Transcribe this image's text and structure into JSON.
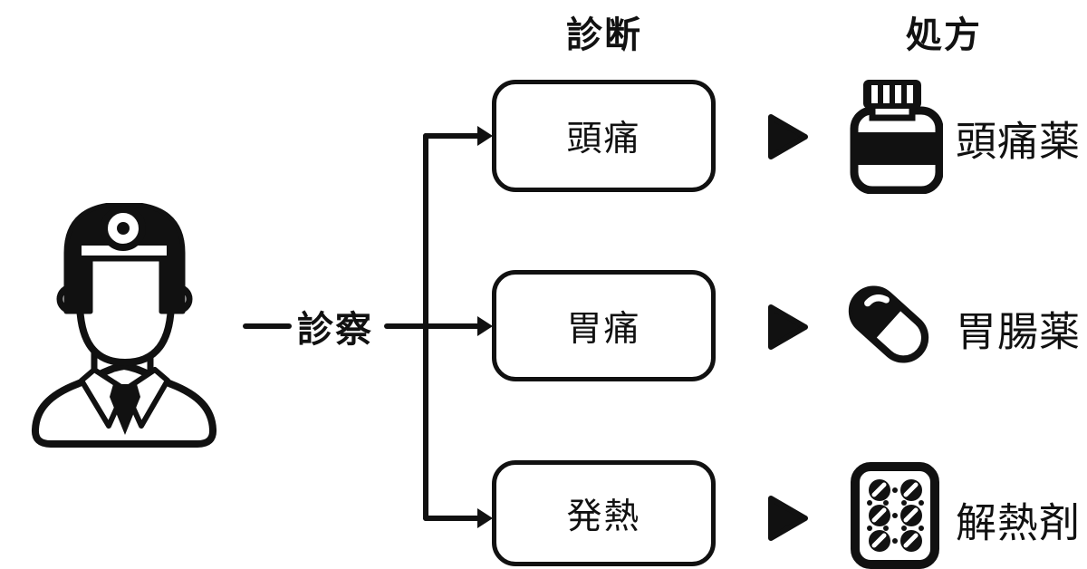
{
  "diagram": {
    "background": "#ffffff",
    "ink": "#111111",
    "headers": {
      "diagnosis": "診断",
      "prescription": "処方"
    },
    "doctor": {
      "icon": "doctor-icon",
      "action_label": "診察"
    },
    "rows": [
      {
        "diagnosis": "頭痛",
        "medicine": "頭痛薬",
        "medicine_icon": "medicine-bottle-icon"
      },
      {
        "diagnosis": "胃痛",
        "medicine": "胃腸薬",
        "medicine_icon": "capsule-icon"
      },
      {
        "diagnosis": "発熱",
        "medicine": "解熱剤",
        "medicine_icon": "pill-sheet-icon"
      }
    ]
  }
}
